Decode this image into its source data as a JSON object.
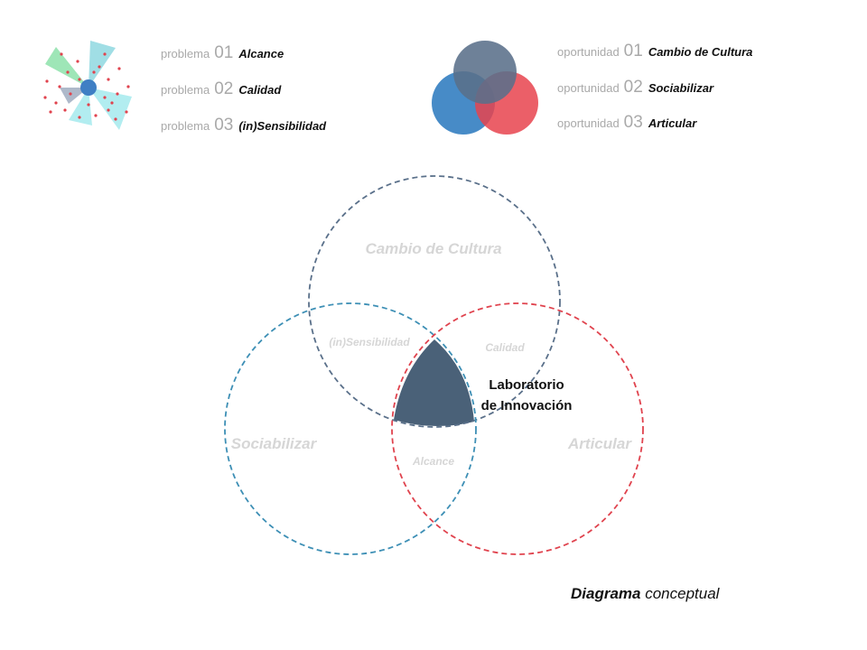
{
  "problems": {
    "items": [
      {
        "word": "problema",
        "num": "01",
        "title": "Alcance"
      },
      {
        "word": "problema",
        "num": "02",
        "title": "Calidad"
      },
      {
        "word": "problema",
        "num": "03",
        "title": "(in)Sensibilidad"
      }
    ]
  },
  "opportunities": {
    "items": [
      {
        "word": "oportunidad",
        "num": "01",
        "title": "Cambio de Cultura"
      },
      {
        "word": "oportunidad",
        "num": "02",
        "title": "Sociabilizar"
      },
      {
        "word": "oportunidad",
        "num": "03",
        "title": "Articular"
      }
    ]
  },
  "diagram": {
    "circles": {
      "top": "Cambio de Cultura",
      "left": "Sociabilizar",
      "right": "Articular"
    },
    "overlaps": {
      "top_left": "(in)Sensibilidad",
      "top_right": "Calidad",
      "left_right": "Alcance"
    },
    "center_label_line1": "Laboratorio",
    "center_label_line2": "de Innovación",
    "colors": {
      "top": "#5a708a",
      "left": "#3d8fb5",
      "right": "#e0434e",
      "center": "#4a6178",
      "faint_text": "#d6d6d6"
    }
  },
  "footer": {
    "bold": "Diagrama",
    "italic": "conceptual"
  },
  "icons": {
    "problems": "fan-scatter-icon",
    "opportunities": "three-circle-venn-icon"
  }
}
